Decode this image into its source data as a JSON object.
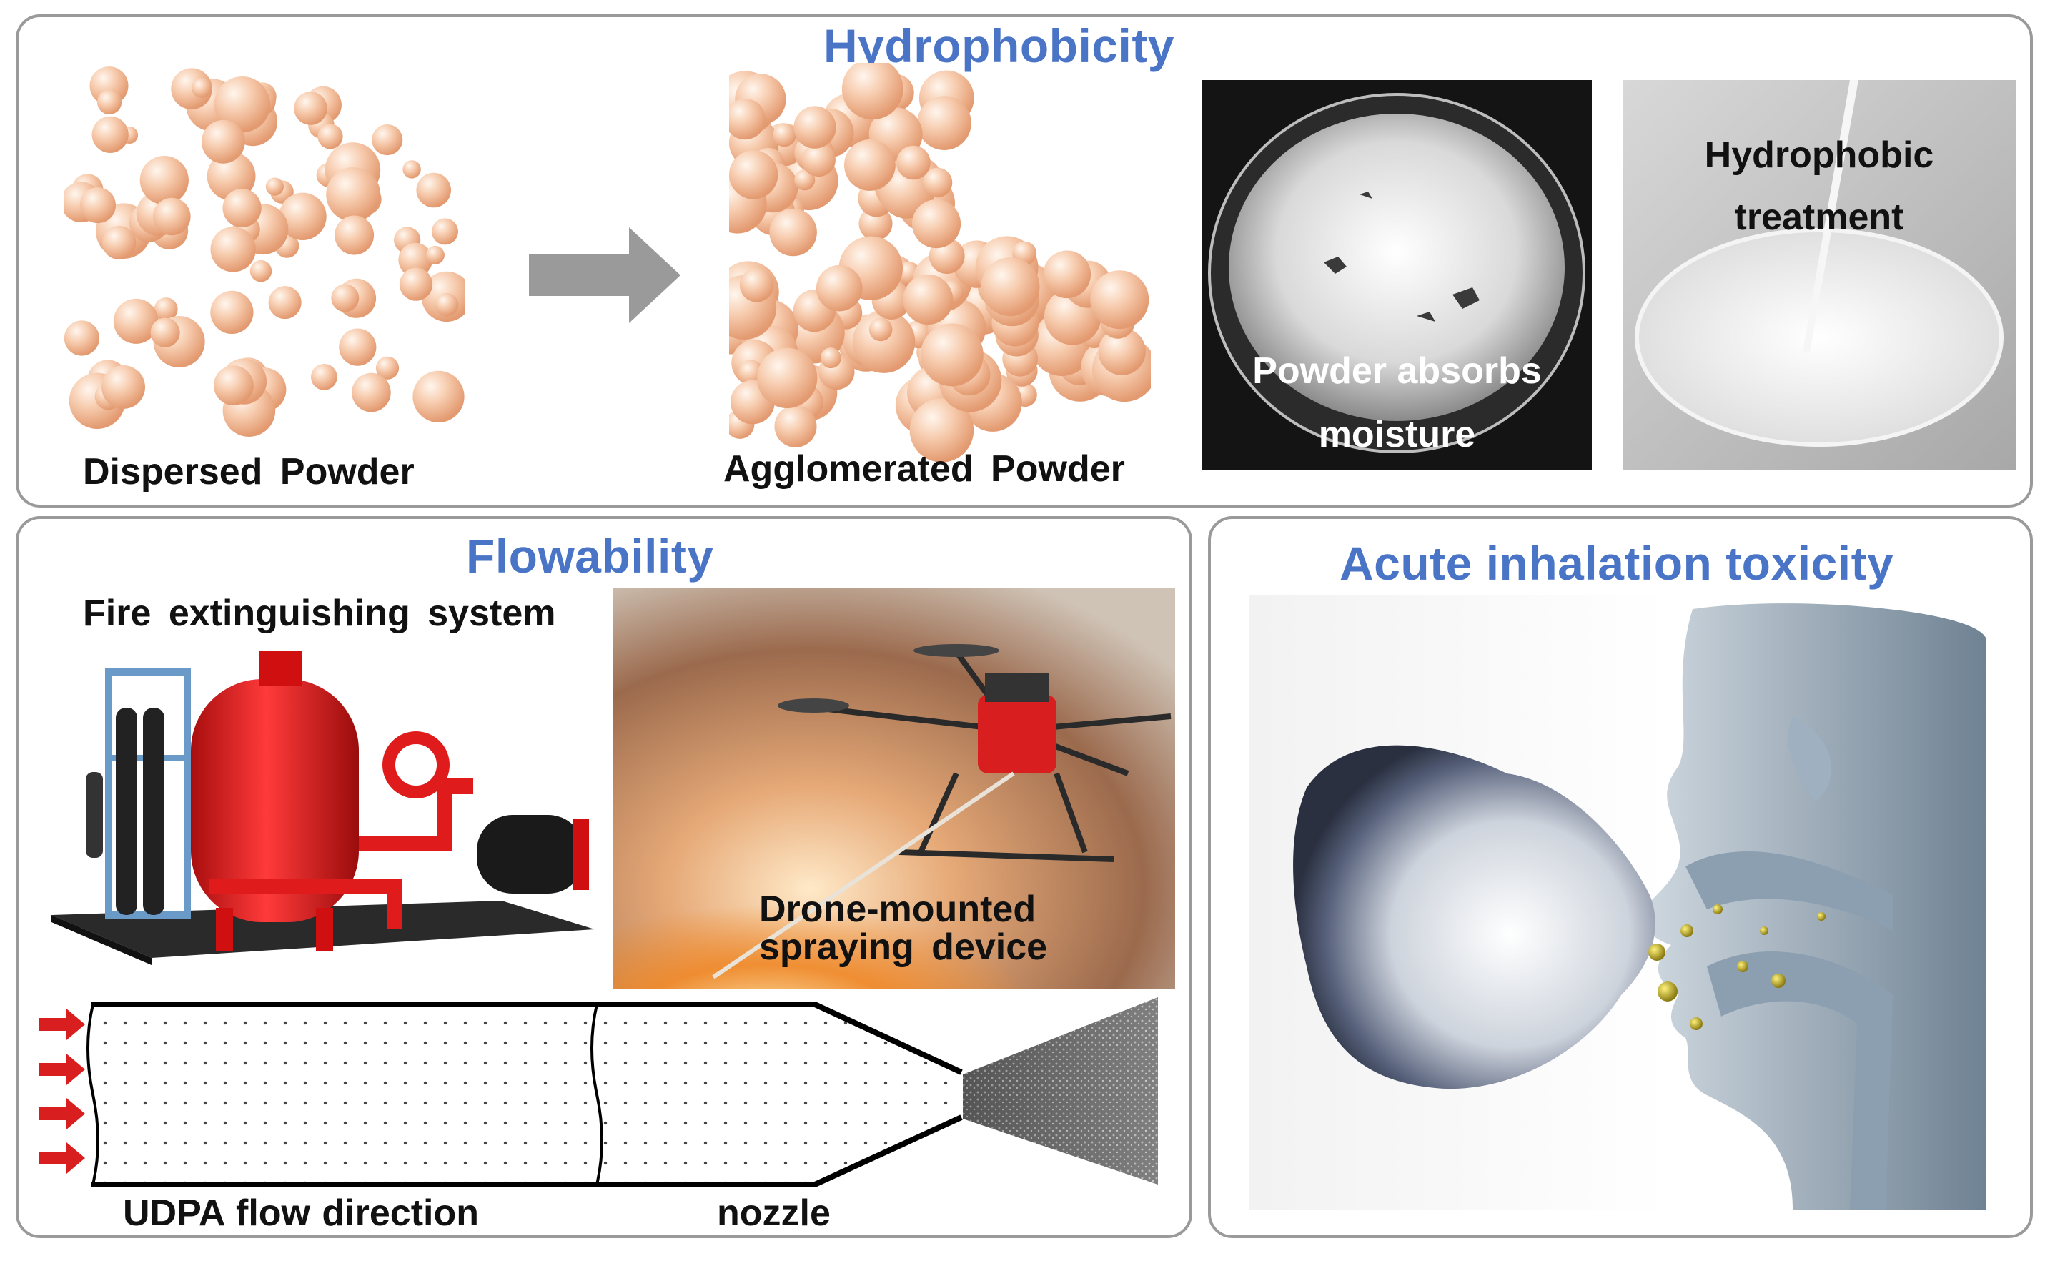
{
  "hydrophobicity": {
    "title": "Hydrophobicity",
    "dispersed_label": "Dispersed  Powder",
    "agglomerated_label": "Agglomerated  Powder",
    "photo1_line1": "Powder absorbs",
    "photo1_line2": "moisture",
    "photo2_line1": "Hydrophobic",
    "photo2_line2": "treatment"
  },
  "flowability": {
    "title": "Flowability",
    "system_label": "Fire extinguishing  system",
    "drone_line1": "Drone-mounted",
    "drone_line2": "spraying device",
    "flow_label": "UDPA flow direction",
    "nozzle_label": "nozzle"
  },
  "toxicity": {
    "title": "Acute inhalation toxicity"
  },
  "colors": {
    "title_blue": "#4a74c6",
    "particle": "#f0b894",
    "arrow_grey": "#9a9a9a",
    "flow_arrow_red": "#d81e1e",
    "tank_red": "#e01b1b"
  },
  "icons": [
    "process-arrow-icon",
    "flow-arrow-icon"
  ]
}
